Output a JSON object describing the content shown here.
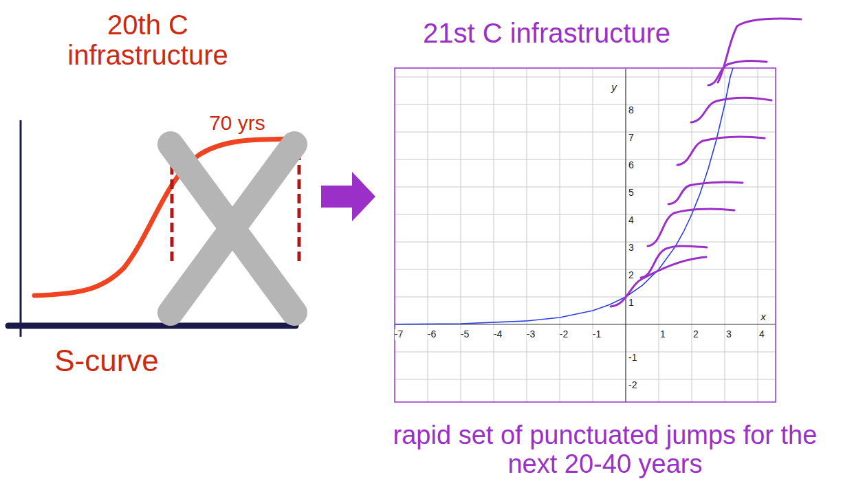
{
  "diagram": {
    "caption": "rapid set of punctuated jumps for the next 20-40 years",
    "labels": [
      "20th C infrastructure",
      "70 yrs",
      "S-curve",
      "21st C infrastructure",
      "y",
      "8",
      "7",
      "6",
      "5",
      "4",
      "3",
      "2",
      "1",
      "-1",
      "-2",
      "x",
      "-7",
      "-6",
      "-5",
      "-4",
      "-3",
      "-2",
      "-1",
      "1",
      "2",
      "3",
      "4"
    ]
  }
}
